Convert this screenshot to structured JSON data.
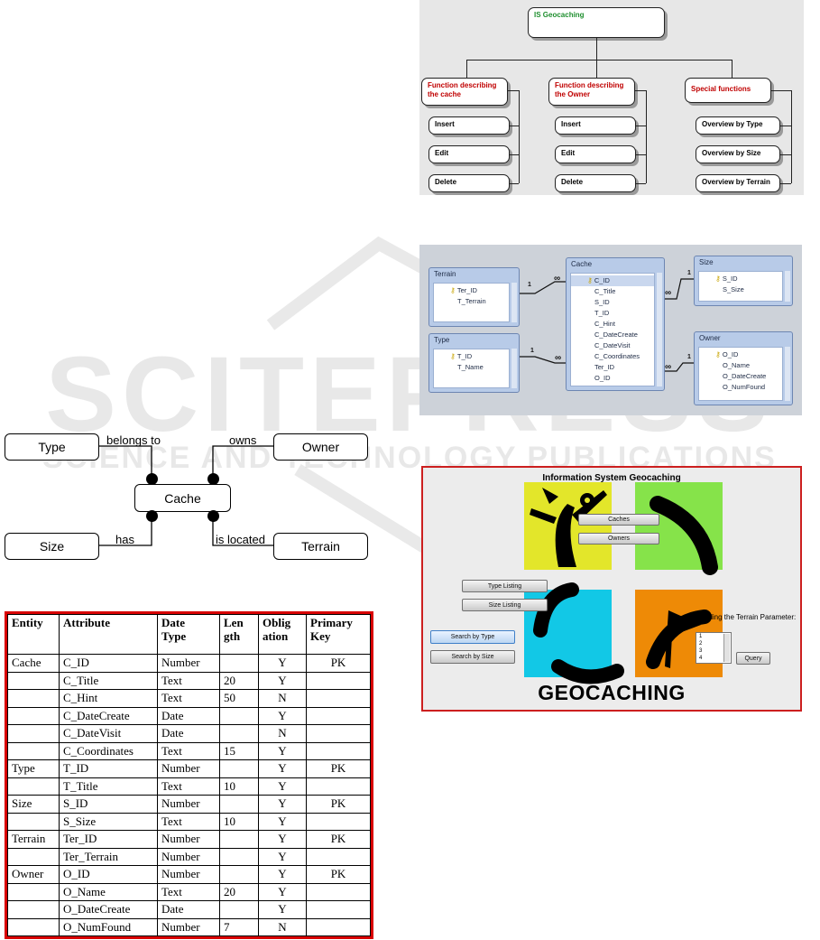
{
  "watermark": {
    "main": "SCITEPRESS",
    "sub": "SCIENCE AND TECHNOLOGY PUBLICATIONS"
  },
  "functional_hierarchy": {
    "root": "IS Geocaching",
    "branches": [
      {
        "title": "Function describing the cache",
        "items": [
          "Insert",
          "Edit",
          "Delete"
        ]
      },
      {
        "title": "Function describing the Owner",
        "items": [
          "Insert",
          "Edit",
          "Delete"
        ]
      },
      {
        "title": "Special functions",
        "items": [
          "Overview by Type",
          "Overview by Size",
          "Overview by Terrain"
        ]
      }
    ]
  },
  "relationships": {
    "tables": {
      "terrain": {
        "name": "Terrain",
        "fields": [
          "Ter_ID",
          "T_Terrain"
        ]
      },
      "type": {
        "name": "Type",
        "fields": [
          "T_ID",
          "T_Name"
        ]
      },
      "cache": {
        "name": "Cache",
        "fields": [
          "C_ID",
          "C_Title",
          "S_ID",
          "T_ID",
          "C_Hint",
          "C_DateCreate",
          "C_DateVisit",
          "C_Coordinates",
          "Ter_ID",
          "O_ID"
        ]
      },
      "size": {
        "name": "Size",
        "fields": [
          "S_ID",
          "S_Size"
        ]
      },
      "owner": {
        "name": "Owner",
        "fields": [
          "O_ID",
          "O_Name",
          "O_DateCreate",
          "O_NumFound"
        ]
      }
    },
    "one": "1",
    "many": "∞"
  },
  "er_diagram": {
    "entities": {
      "type": "Type",
      "owner": "Owner",
      "cache": "Cache",
      "size": "Size",
      "terrain": "Terrain"
    },
    "relations": {
      "belongs_to": "belongs to",
      "owns": "owns",
      "has": "has",
      "is_located": "is located"
    }
  },
  "data_dictionary": {
    "headers": {
      "entity": "Entity",
      "attribute": "Attribute",
      "date_type": [
        "Date",
        "Type"
      ],
      "length": [
        "Len",
        "gth"
      ],
      "obligation": [
        "Oblig",
        "ation"
      ],
      "primary_key": [
        "Primary",
        "Key"
      ]
    },
    "rows": [
      {
        "entity": "Cache",
        "attribute": "C_ID",
        "type": "Number",
        "length": "",
        "obligation": "Y",
        "pk": "PK"
      },
      {
        "entity": "",
        "attribute": "C_Title",
        "type": "Text",
        "length": "20",
        "obligation": "Y",
        "pk": ""
      },
      {
        "entity": "",
        "attribute": "C_Hint",
        "type": "Text",
        "length": "50",
        "obligation": "N",
        "pk": ""
      },
      {
        "entity": "",
        "attribute": "C_DateCreate",
        "type": "Date",
        "length": "",
        "obligation": "Y",
        "pk": ""
      },
      {
        "entity": "",
        "attribute": "C_DateVisit",
        "type": "Date",
        "length": "",
        "obligation": "N",
        "pk": ""
      },
      {
        "entity": "",
        "attribute": "C_Coordinates",
        "type": "Text",
        "length": "15",
        "obligation": "Y",
        "pk": ""
      },
      {
        "entity": "Type",
        "attribute": "T_ID",
        "type": "Number",
        "length": "",
        "obligation": "Y",
        "pk": "PK"
      },
      {
        "entity": "",
        "attribute": "T_Title",
        "type": "Text",
        "length": "10",
        "obligation": "Y",
        "pk": ""
      },
      {
        "entity": "Size",
        "attribute": "S_ID",
        "type": "Number",
        "length": "",
        "obligation": "Y",
        "pk": "PK"
      },
      {
        "entity": "",
        "attribute": "S_Size",
        "type": "Text",
        "length": "10",
        "obligation": "Y",
        "pk": ""
      },
      {
        "entity": "Terrain",
        "attribute": "Ter_ID",
        "type": "Number",
        "length": "",
        "obligation": "Y",
        "pk": "PK"
      },
      {
        "entity": "",
        "attribute": "Ter_Terrain",
        "type": "Number",
        "length": "",
        "obligation": "Y",
        "pk": ""
      },
      {
        "entity": "Owner",
        "attribute": "O_ID",
        "type": "Number",
        "length": "",
        "obligation": "Y",
        "pk": "PK"
      },
      {
        "entity": "",
        "attribute": "O_Name",
        "type": "Text",
        "length": "20",
        "obligation": "Y",
        "pk": ""
      },
      {
        "entity": "",
        "attribute": "O_DateCreate",
        "type": "Date",
        "length": "",
        "obligation": "Y",
        "pk": ""
      },
      {
        "entity": "",
        "attribute": "O_NumFound",
        "type": "Number",
        "length": "7",
        "obligation": "N",
        "pk": ""
      }
    ]
  },
  "gui": {
    "title": "Information System Geocaching",
    "buttons": {
      "caches": "Caches",
      "owners": "Owners",
      "type_listing": "Type Listing",
      "size_listing": "Size Listing",
      "search_by_type": "Search by Type",
      "search_by_size": "Search by Size",
      "query": "Query"
    },
    "terrain_label": "According the Terrain Parameter:",
    "list_values": [
      "1",
      "2",
      "3",
      "4"
    ],
    "logo_text": "GEOCACHING",
    "colors": {
      "yellow": "#e3e62a",
      "green": "#86e34a",
      "cyan": "#12c8e6",
      "orange": "#ee8a06"
    }
  }
}
